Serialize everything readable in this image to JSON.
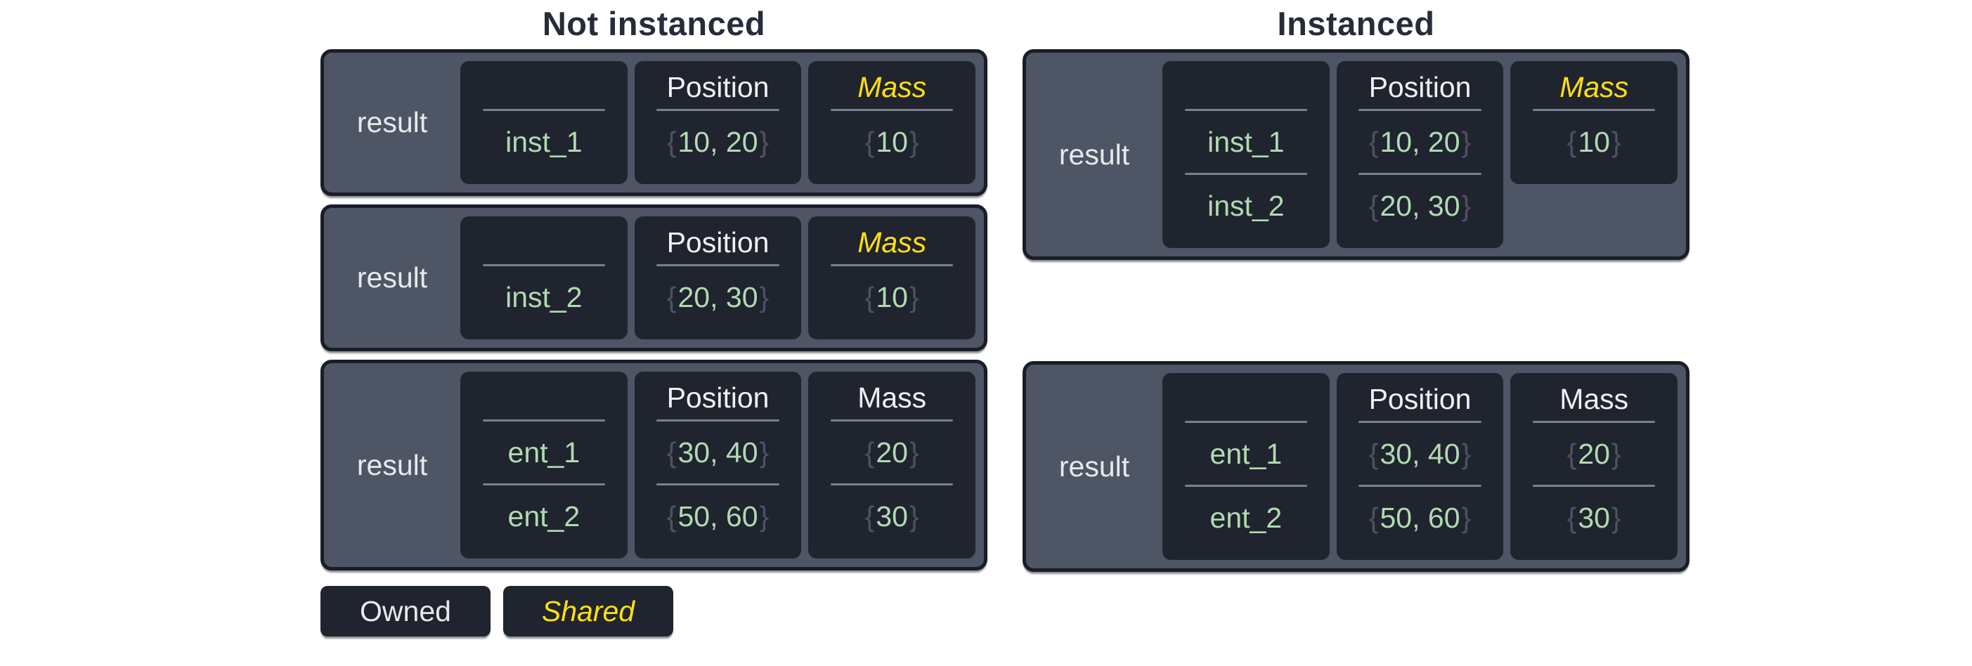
{
  "decor": {
    "open_brace": "{",
    "close_brace": "}"
  },
  "colors": {
    "background": "#ffffff",
    "title_text": "#272c3a",
    "table_bg": "#4e5564",
    "table_border": "#191d27",
    "cell_bg": "#20242e",
    "owned_text": "#eef0f3",
    "shared_text": "#ffe011",
    "value_green": "#b1dab3",
    "brace_gray": "#4c5262",
    "divider_gray": "#7a7f8c",
    "result_text": "#e7e9ed"
  },
  "sections": [
    {
      "title": "Not instanced",
      "tables": [
        {
          "label": "result",
          "columns": [
            {
              "header": "",
              "kind": "entity",
              "shared": false,
              "values": [
                "inst_1"
              ]
            },
            {
              "header": "Position",
              "kind": "component",
              "shared": false,
              "values": [
                "10, 20"
              ]
            },
            {
              "header": "Mass",
              "kind": "component",
              "shared": true,
              "values": [
                "10"
              ]
            }
          ]
        },
        {
          "label": "result",
          "columns": [
            {
              "header": "",
              "kind": "entity",
              "shared": false,
              "values": [
                "inst_2"
              ]
            },
            {
              "header": "Position",
              "kind": "component",
              "shared": false,
              "values": [
                "20, 30"
              ]
            },
            {
              "header": "Mass",
              "kind": "component",
              "shared": true,
              "values": [
                "10"
              ]
            }
          ]
        },
        {
          "label": "result",
          "columns": [
            {
              "header": "",
              "kind": "entity",
              "shared": false,
              "values": [
                "ent_1",
                "ent_2"
              ]
            },
            {
              "header": "Position",
              "kind": "component",
              "shared": false,
              "values": [
                "30, 40",
                "50, 60"
              ]
            },
            {
              "header": "Mass",
              "kind": "component",
              "shared": false,
              "values": [
                "20",
                "30"
              ]
            }
          ]
        }
      ],
      "legend": [
        {
          "label": "Owned",
          "style": "owned"
        },
        {
          "label": "Shared",
          "style": "shared"
        }
      ]
    },
    {
      "title": "Instanced",
      "tables": [
        {
          "label": "result",
          "columns": [
            {
              "header": "",
              "kind": "entity",
              "shared": false,
              "values": [
                "inst_1",
                "inst_2"
              ]
            },
            {
              "header": "Position",
              "kind": "component",
              "shared": false,
              "values": [
                "10, 20",
                "20, 30"
              ]
            },
            {
              "header": "Mass",
              "kind": "component",
              "shared": true,
              "values": [
                "10"
              ]
            }
          ]
        },
        {
          "label": "result",
          "columns": [
            {
              "header": "",
              "kind": "entity",
              "shared": false,
              "values": [
                "ent_1",
                "ent_2"
              ]
            },
            {
              "header": "Position",
              "kind": "component",
              "shared": false,
              "values": [
                "30, 40",
                "50, 60"
              ]
            },
            {
              "header": "Mass",
              "kind": "component",
              "shared": false,
              "values": [
                "20",
                "30"
              ]
            }
          ]
        }
      ],
      "legend": []
    }
  ]
}
